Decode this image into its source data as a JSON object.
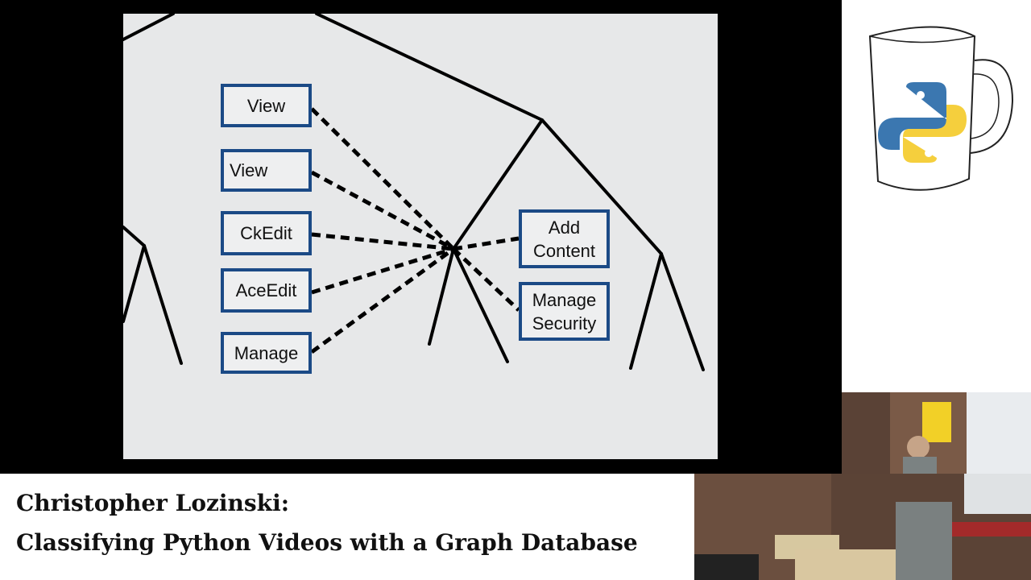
{
  "slide": {
    "left_nodes": [
      {
        "label": "View"
      },
      {
        "label": "View"
      },
      {
        "label": "CkEdit"
      },
      {
        "label": "AceEdit"
      },
      {
        "label": "Manage"
      }
    ],
    "right_nodes": [
      {
        "label": "Add\nContent"
      },
      {
        "label": "Manage\nSecurity"
      }
    ]
  },
  "caption": {
    "speaker": "Christopher Lozinski:",
    "talk_title": "Classifying Python Videos with a Graph Database"
  },
  "colors": {
    "node_border": "#1b4a86",
    "slide_bg": "#e7e8e9",
    "python_blue": "#3b77b0",
    "python_yellow": "#f5cf3d"
  }
}
